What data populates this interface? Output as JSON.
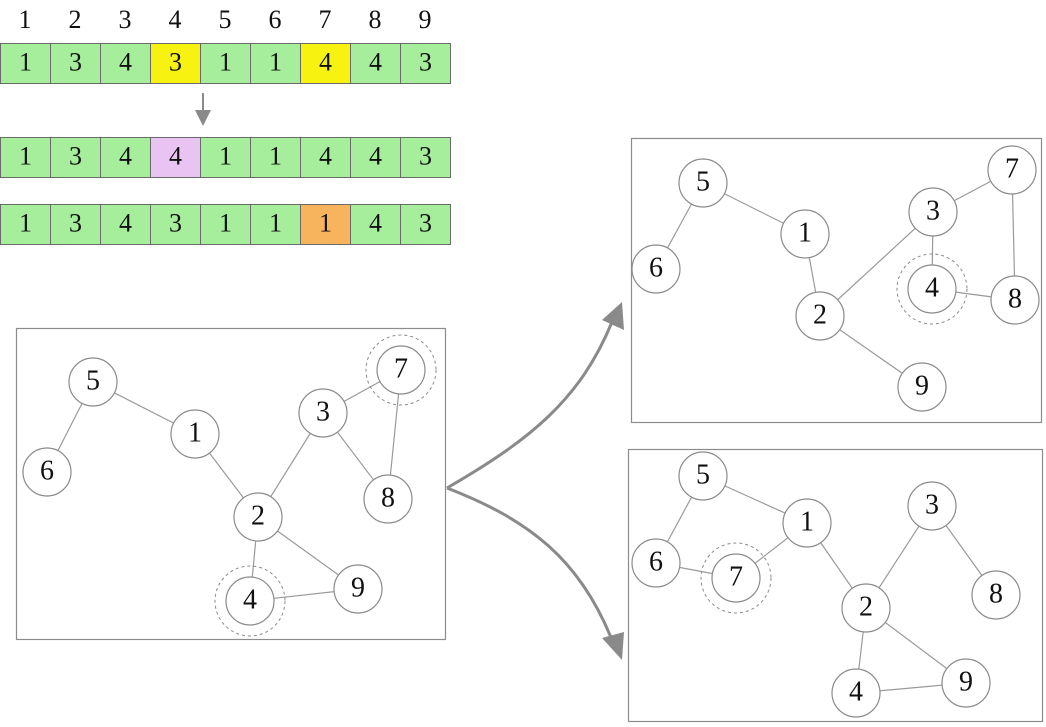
{
  "index_row": [
    "1",
    "2",
    "3",
    "4",
    "5",
    "6",
    "7",
    "8",
    "9"
  ],
  "colors": {
    "default_cell": "#a6ee9c",
    "yellow": "#f7f20f",
    "pink": "#e9c3f2",
    "orange": "#f8b35d",
    "arrow": "#8a8a8a"
  },
  "arrays": [
    {
      "cells": [
        {
          "v": "1",
          "c": "default_cell"
        },
        {
          "v": "3",
          "c": "default_cell"
        },
        {
          "v": "4",
          "c": "default_cell"
        },
        {
          "v": "3",
          "c": "yellow"
        },
        {
          "v": "1",
          "c": "default_cell"
        },
        {
          "v": "1",
          "c": "default_cell"
        },
        {
          "v": "4",
          "c": "yellow"
        },
        {
          "v": "4",
          "c": "default_cell"
        },
        {
          "v": "3",
          "c": "default_cell"
        }
      ]
    },
    {
      "cells": [
        {
          "v": "1",
          "c": "default_cell"
        },
        {
          "v": "3",
          "c": "default_cell"
        },
        {
          "v": "4",
          "c": "default_cell"
        },
        {
          "v": "4",
          "c": "pink"
        },
        {
          "v": "1",
          "c": "default_cell"
        },
        {
          "v": "1",
          "c": "default_cell"
        },
        {
          "v": "4",
          "c": "default_cell"
        },
        {
          "v": "4",
          "c": "default_cell"
        },
        {
          "v": "3",
          "c": "default_cell"
        }
      ]
    },
    {
      "cells": [
        {
          "v": "1",
          "c": "default_cell"
        },
        {
          "v": "3",
          "c": "default_cell"
        },
        {
          "v": "4",
          "c": "default_cell"
        },
        {
          "v": "3",
          "c": "default_cell"
        },
        {
          "v": "1",
          "c": "default_cell"
        },
        {
          "v": "1",
          "c": "default_cell"
        },
        {
          "v": "1",
          "c": "orange"
        },
        {
          "v": "4",
          "c": "default_cell"
        },
        {
          "v": "3",
          "c": "default_cell"
        }
      ]
    }
  ],
  "graphs": [
    {
      "panel": "source",
      "nodes": [
        {
          "id": "5",
          "label": "5"
        },
        {
          "id": "6",
          "label": "6"
        },
        {
          "id": "1",
          "label": "1"
        },
        {
          "id": "2",
          "label": "2"
        },
        {
          "id": "3",
          "label": "3"
        },
        {
          "id": "7",
          "label": "7",
          "highlight": true
        },
        {
          "id": "8",
          "label": "8"
        },
        {
          "id": "4",
          "label": "4",
          "highlight": true
        },
        {
          "id": "9",
          "label": "9"
        }
      ],
      "edges": [
        [
          "5",
          "6"
        ],
        [
          "5",
          "1"
        ],
        [
          "1",
          "2"
        ],
        [
          "2",
          "3"
        ],
        [
          "3",
          "7"
        ],
        [
          "3",
          "8"
        ],
        [
          "7",
          "8"
        ],
        [
          "2",
          "4"
        ],
        [
          "2",
          "9"
        ],
        [
          "4",
          "9"
        ]
      ]
    },
    {
      "panel": "top-right",
      "nodes": [
        {
          "id": "5",
          "label": "5"
        },
        {
          "id": "6",
          "label": "6"
        },
        {
          "id": "1",
          "label": "1"
        },
        {
          "id": "2",
          "label": "2"
        },
        {
          "id": "3",
          "label": "3"
        },
        {
          "id": "7",
          "label": "7"
        },
        {
          "id": "4",
          "label": "4",
          "highlight": true
        },
        {
          "id": "8",
          "label": "8"
        },
        {
          "id": "9",
          "label": "9"
        }
      ],
      "edges": [
        [
          "5",
          "6"
        ],
        [
          "5",
          "1"
        ],
        [
          "1",
          "2"
        ],
        [
          "2",
          "3"
        ],
        [
          "2",
          "9"
        ],
        [
          "3",
          "7"
        ],
        [
          "3",
          "4"
        ],
        [
          "7",
          "8"
        ],
        [
          "4",
          "8"
        ]
      ]
    },
    {
      "panel": "bottom-right",
      "nodes": [
        {
          "id": "5",
          "label": "5"
        },
        {
          "id": "6",
          "label": "6"
        },
        {
          "id": "7",
          "label": "7",
          "highlight": true
        },
        {
          "id": "1",
          "label": "1"
        },
        {
          "id": "2",
          "label": "2"
        },
        {
          "id": "3",
          "label": "3"
        },
        {
          "id": "8",
          "label": "8"
        },
        {
          "id": "4",
          "label": "4"
        },
        {
          "id": "9",
          "label": "9"
        }
      ],
      "edges": [
        [
          "5",
          "6"
        ],
        [
          "5",
          "1"
        ],
        [
          "6",
          "7"
        ],
        [
          "7",
          "1"
        ],
        [
          "1",
          "2"
        ],
        [
          "2",
          "3"
        ],
        [
          "3",
          "8"
        ],
        [
          "2",
          "4"
        ],
        [
          "2",
          "9"
        ],
        [
          "4",
          "9"
        ]
      ]
    }
  ]
}
